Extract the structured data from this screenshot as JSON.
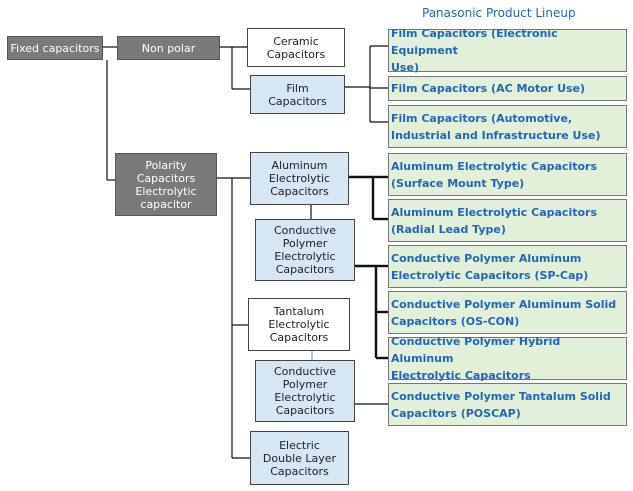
{
  "lineup_title": "Panasonic Product Lineup",
  "classification": {
    "root": "Fixed capacitors",
    "non_polar": "Non polar",
    "polarity": "Polarity\nCapacitors\nElectrolytic\ncapacitor",
    "ceramic": "Ceramic\nCapacitors",
    "film": "Film\nCapacitors",
    "aluminum": "Aluminum\nElectrolytic\nCapacitors",
    "cp_aluminum": "Conductive\nPolymer\nElectrolytic\nCapacitors",
    "tantalum": "Tantalum\nElectrolytic\nCapacitors",
    "cp_tantalum": "Conductive\nPolymer\nElectrolytic\nCapacitors",
    "edlc": "Electric\nDouble Layer\nCapacitors"
  },
  "products": [
    "Film Capacitors (Electronic Equipment\nUse)",
    "Film Capacitors (AC Motor Use)",
    "Film Capacitors (Automotive,\nIndustrial and Infrastructure Use)",
    "Aluminum Electrolytic Capacitors\n(Surface Mount Type)",
    "Aluminum Electrolytic Capacitors\n(Radial Lead Type)",
    "Conductive Polymer Aluminum\nElectrolytic Capacitors (SP-Cap)",
    "Conductive Polymer Aluminum Solid\nCapacitors (OS-CON)",
    "Conductive Polymer Hybrid Aluminum\nElectrolytic Capacitors",
    "Conductive Polymer Tantalum Solid\nCapacitors (POSCAP)"
  ],
  "colors": {
    "gray_box": "#7a7a7a",
    "blue_box": "#d6e6f4",
    "product_fill": "#e2f0d9",
    "product_text": "#2266b8"
  }
}
